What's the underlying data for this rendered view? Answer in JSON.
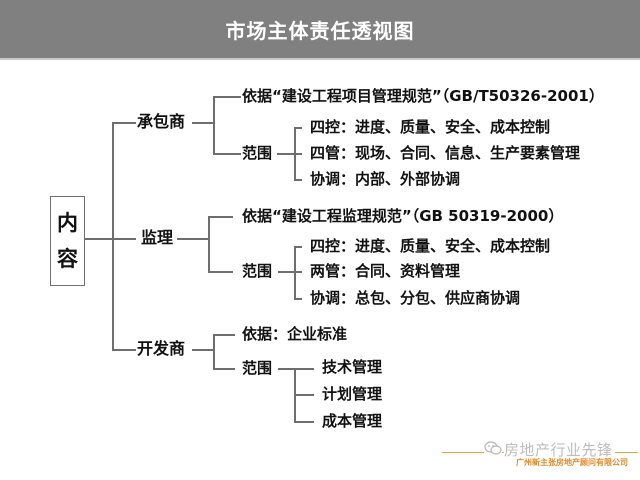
{
  "header": {
    "title": "市场主体责任透视图"
  },
  "root": {
    "chars": [
      "内",
      "容"
    ]
  },
  "branches": [
    {
      "label": "承包商",
      "basis": "依据“建设工程项目管理规范”（GB/T50326-2001）",
      "scope_label": "范围",
      "scope_items": [
        "四控：进度、质量、安全、成本控制",
        "四管：现场、合同、信息、生产要素管理",
        "协调：内部、外部协调"
      ]
    },
    {
      "label": "监理",
      "basis": "依据“建设工程监理规范”（GB 50319-2000）",
      "scope_label": "范围",
      "scope_items": [
        "四控：进度、质量、安全、成本控制",
        "两管：合同、资料管理",
        "协调：总包、分包、供应商协调"
      ]
    },
    {
      "label": "开发商",
      "basis": "依据：企业标准",
      "scope_label": "范围",
      "scope_items": [
        "技术管理",
        "计划管理",
        "成本管理"
      ]
    }
  ],
  "watermark": {
    "icon": "wechat-icon",
    "slogan": "房地产行业先锋",
    "company": "广州新主张房地产顾问有限公司"
  },
  "colors": {
    "header_bg": "#808080",
    "header_text": "#ffffff",
    "line": "#6e6e6e",
    "watermark_accent": "#e08a2a"
  }
}
